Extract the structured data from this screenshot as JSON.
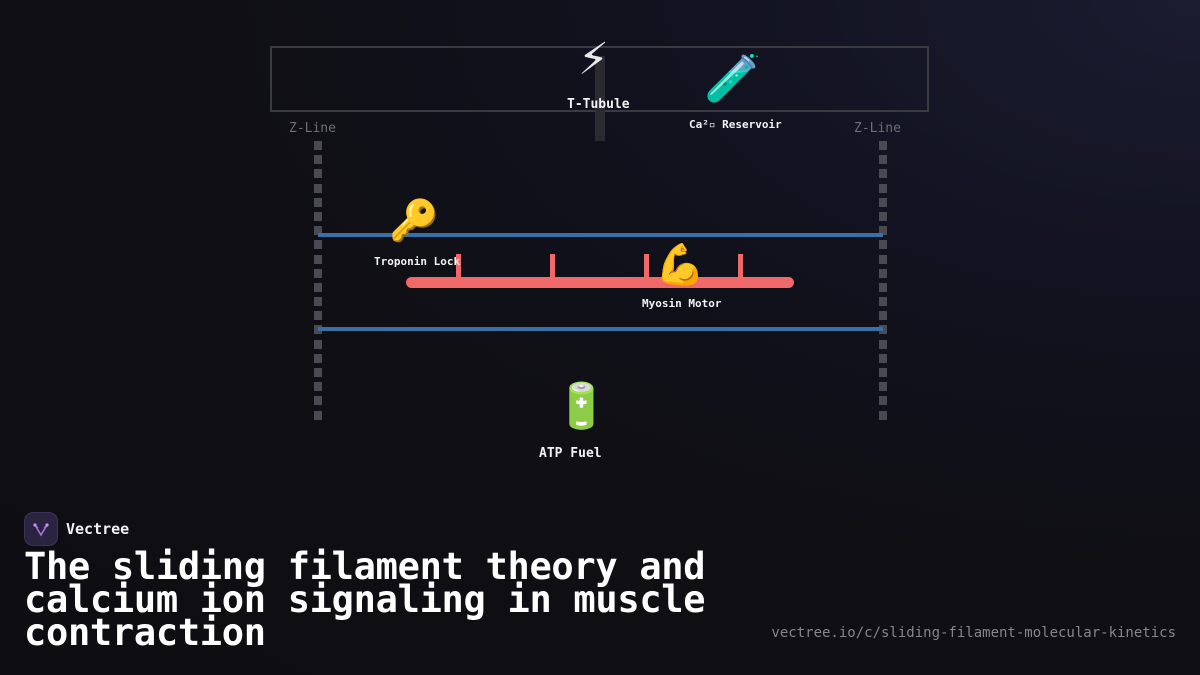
{
  "diagram": {
    "membrane_label": "T-Tubule",
    "reservoir_label": "Ca²▫ Reservoir",
    "z_line_left": "Z-Line",
    "z_line_right": "Z-Line",
    "troponin_label": "Troponin Lock",
    "myosin_label": "Myosin Motor",
    "atp_label": "ATP Fuel",
    "icons": {
      "t_tubule": "lightning-icon",
      "reservoir": "test-tube-icon",
      "troponin": "key-icon",
      "myosin": "flexed-biceps-icon",
      "atp": "battery-icon"
    },
    "colors": {
      "actin": "#3a6fa8",
      "myosin": "#f06868",
      "z_line": "#4a4a52"
    }
  },
  "brand": {
    "name": "Vectree"
  },
  "title": "The sliding filament theory and calcium ion signaling in muscle contraction",
  "url": "vectree.io/c/sliding-filament-molecular-kinetics"
}
